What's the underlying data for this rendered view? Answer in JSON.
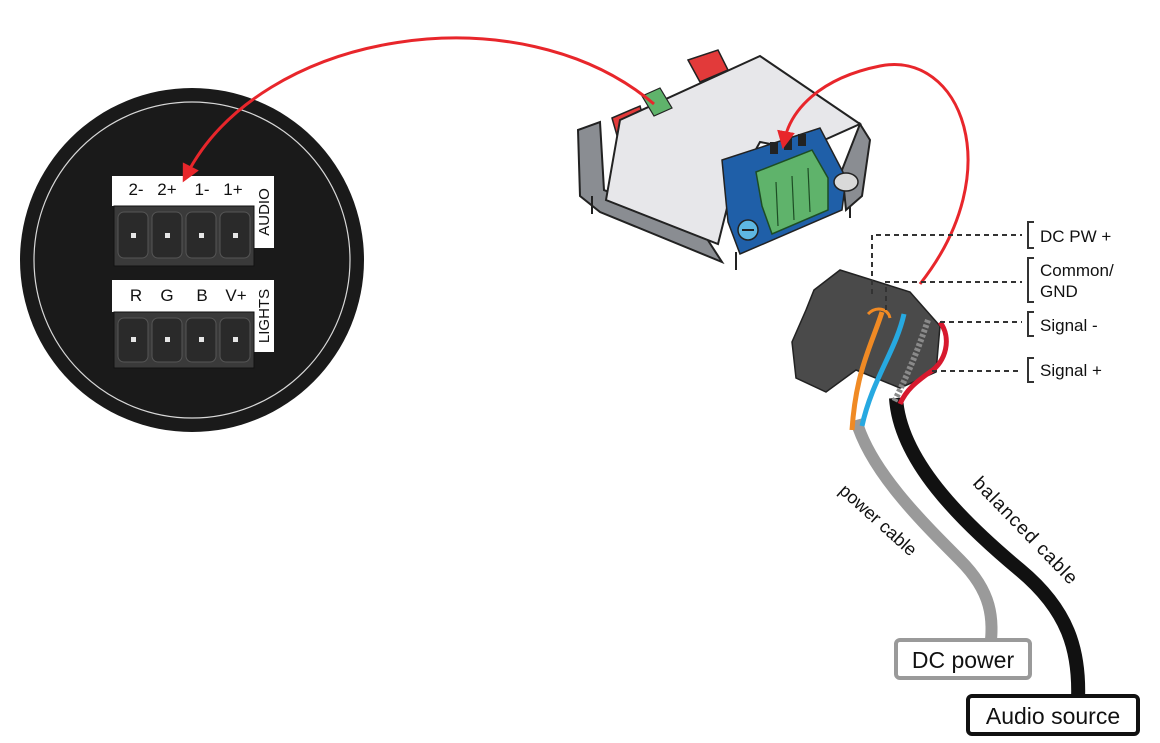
{
  "audio_block": {
    "pins": [
      "2-",
      "2+",
      "1-",
      "1+"
    ],
    "label": "AUDIO"
  },
  "lights_block": {
    "pins": [
      "R",
      "G",
      "B",
      "V+"
    ],
    "label": "LIGHTS"
  },
  "callouts": {
    "dc_pw_plus": "DC PW +",
    "common_line1": "Common/",
    "common_line2": "GND",
    "signal_minus": "Signal -",
    "signal_plus": "Signal +"
  },
  "cables": {
    "power_cable": "power cable",
    "balanced_cable": "balanced cable"
  },
  "boxes": {
    "dc_power": "DC power",
    "audio_source": "Audio source"
  },
  "colors": {
    "arrow_red": "#e8262b",
    "panel_black": "#1a1a1a",
    "terminal_green": "#5fb36b",
    "board_blue": "#1f5fa8",
    "wire_orange": "#f08a24",
    "wire_blue": "#27a9e1",
    "wire_red": "#d7192e",
    "cable_gray": "#9a9a9a"
  }
}
